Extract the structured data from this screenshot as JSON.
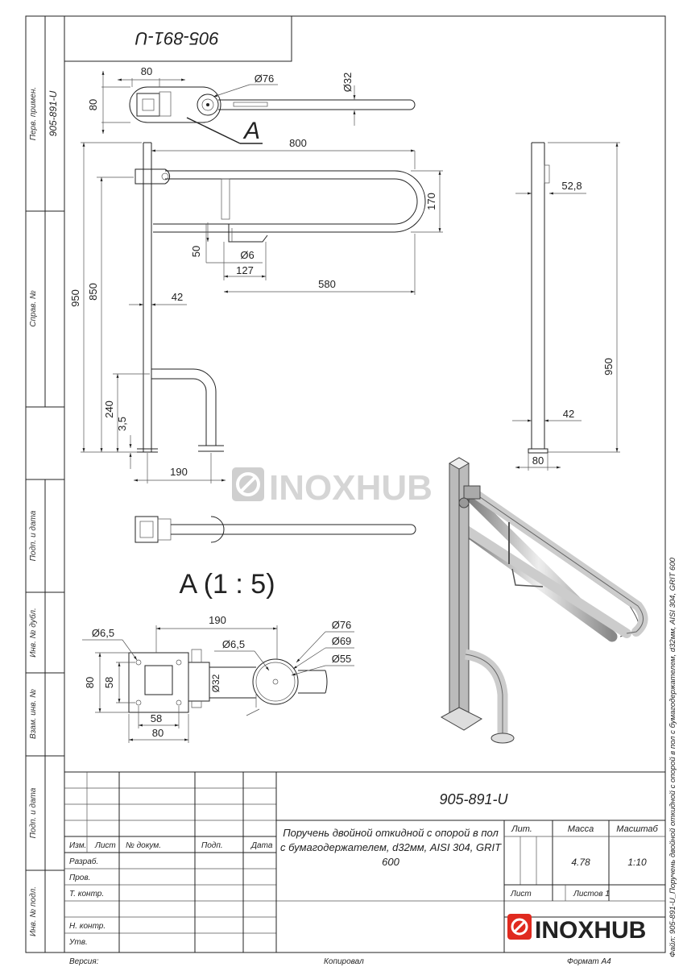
{
  "drawing_number": "905-891-U",
  "section_label": "A",
  "section_view_title": "A (1 : 5)",
  "left_margin_labels": [
    "Перв. примен.",
    "Справ. №",
    "Подп. и дата",
    "Инв. № дубл.",
    "Взам. инв. №",
    "Подп. и дата",
    "Инв. № подл."
  ],
  "left_margin_value": "905-891-U",
  "dimensions": {
    "top_80": "80",
    "top_80_v": "80",
    "top_d76": "Ø76",
    "top_d32": "Ø32",
    "front_800": "800",
    "front_170": "170",
    "front_50": "50",
    "front_d6": "Ø6",
    "front_127": "127",
    "front_580": "580",
    "front_42": "42",
    "front_950": "950",
    "front_850": "850",
    "front_240": "240",
    "front_35": "3,5",
    "front_190": "190",
    "side_528": "52,8",
    "side_950": "950",
    "side_42": "42",
    "side_80": "80",
    "detail_d65a": "Ø6,5",
    "detail_190": "190",
    "detail_d76": "Ø76",
    "detail_d65b": "Ø6,5",
    "detail_d69": "Ø69",
    "detail_d55": "Ø55",
    "detail_d32": "Ø32",
    "detail_80": "80",
    "detail_58": "58",
    "detail_58b": "58",
    "detail_80b": "80"
  },
  "watermark": "INOXHUB",
  "title_block": {
    "code": "905-891-U",
    "description": "Поручень двойной откидной с опорой в пол с бумагодержателем, d32мм, AISI 304, GRIT 600",
    "col_headers": [
      "Изм.",
      "Лист",
      "№ докум.",
      "Подп.",
      "Дата"
    ],
    "roles": [
      "Разраб.",
      "Пров.",
      "Т. контр.",
      "",
      "Н. контр.",
      "Утв."
    ],
    "lit_label": "Лит.",
    "mass_label": "Масса",
    "scale_label": "Масштаб",
    "mass_value": "4.78",
    "scale_value": "1:10",
    "sheet_label": "Лист",
    "sheets_label": "Листов 1",
    "brand": "INOXHUB"
  },
  "footer": {
    "version": "Версия:",
    "copied": "Копировал",
    "format": "Формат A4"
  },
  "side_file_note": "Файл: 905-891-U_Поручень двойной откидной с опорой в пол с бумагодержателем, d32мм, AISI 304, GRIT 600"
}
